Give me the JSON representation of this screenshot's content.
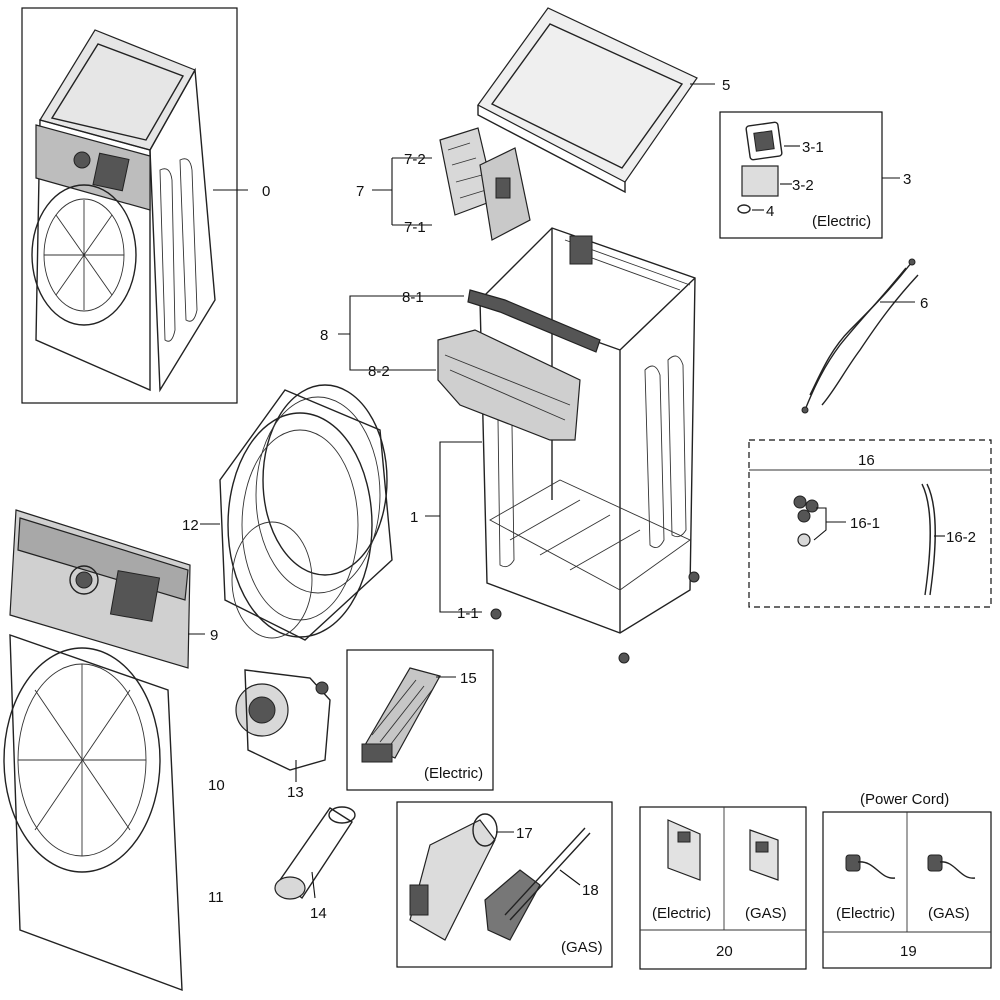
{
  "labels": {
    "p0": "0",
    "p1": "1",
    "p1_1": "1-1",
    "p3": "3",
    "p3_1": "3-1",
    "p3_2": "3-2",
    "p4": "4",
    "p5": "5",
    "p6": "6",
    "p7": "7",
    "p7_1": "7-1",
    "p7_2": "7-2",
    "p8": "8",
    "p8_1": "8-1",
    "p8_2": "8-2",
    "p9": "9",
    "p10": "10",
    "p11": "11",
    "p12": "12",
    "p13": "13",
    "p14": "14",
    "p15": "15",
    "p16": "16",
    "p16_1": "16-1",
    "p16_2": "16-2",
    "p17": "17",
    "p18": "18",
    "p19": "19",
    "p20": "20"
  },
  "notes": {
    "electric": "(Electric)",
    "gas": "(GAS)",
    "power_cord": "(Power Cord)"
  }
}
